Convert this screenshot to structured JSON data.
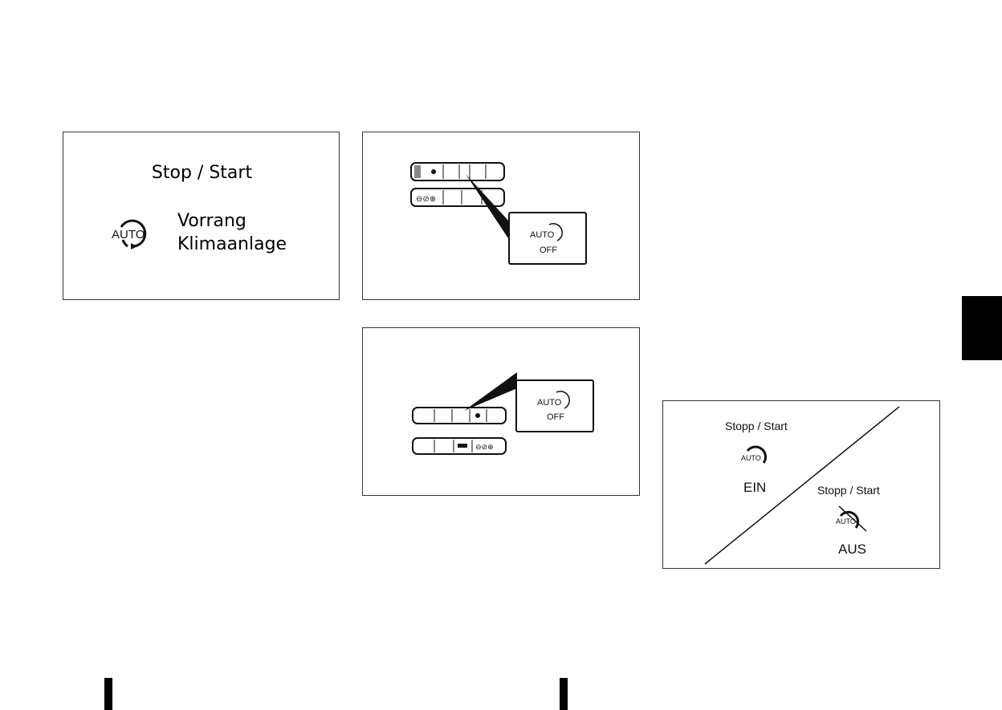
{
  "figure1": {
    "title": "Stop / Start",
    "icon": "auto-stop-start-icon",
    "icon_label": "AUTO",
    "line1": "Vorrang",
    "line2": "Klimaanlage"
  },
  "figure2": {
    "callout_auto": "AUTO",
    "callout_off": "OFF"
  },
  "figure3": {
    "callout_auto": "AUTO",
    "callout_off": "OFF"
  },
  "figure4": {
    "on_title": "Stopp / Start",
    "on_icon_label": "AUTO",
    "on_state": "EIN",
    "off_title": "Stopp / Start",
    "off_icon_label": "AUTO",
    "off_state": "AUS"
  },
  "colors": {
    "ink": "#111111",
    "tab": "#000000"
  }
}
